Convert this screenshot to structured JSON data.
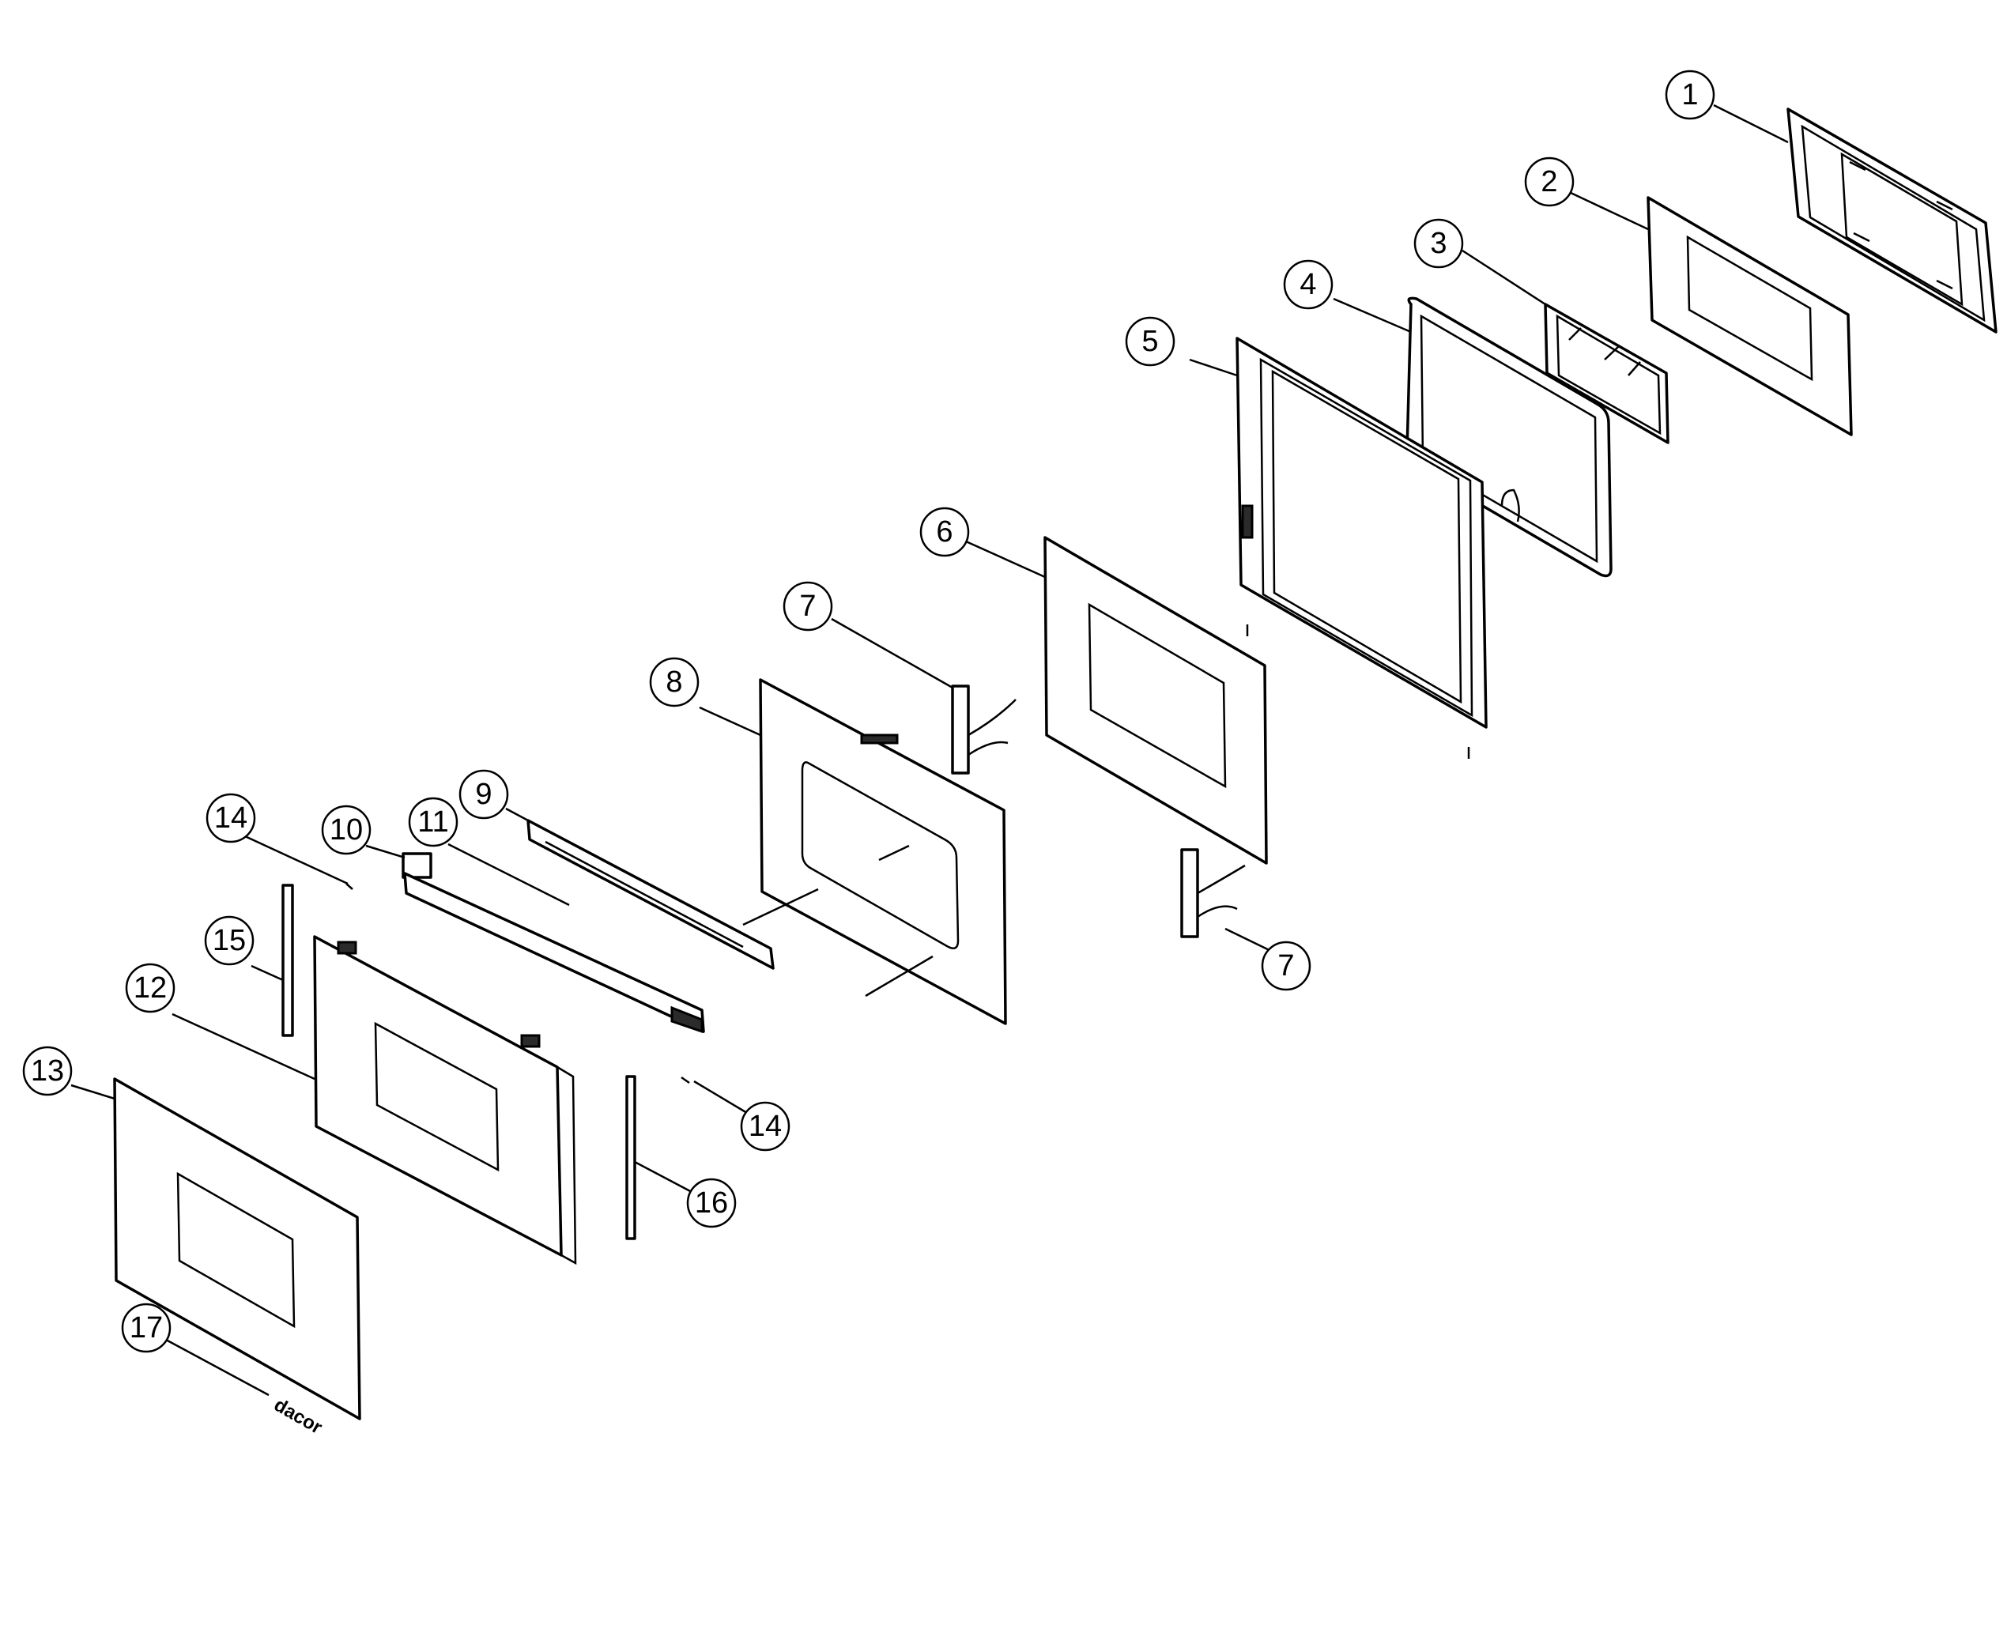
{
  "callouts": [
    {
      "id": "c1",
      "label": "1"
    },
    {
      "id": "c2",
      "label": "2"
    },
    {
      "id": "c3",
      "label": "3"
    },
    {
      "id": "c4",
      "label": "4"
    },
    {
      "id": "c5",
      "label": "5"
    },
    {
      "id": "c6",
      "label": "6"
    },
    {
      "id": "c7a",
      "label": "7"
    },
    {
      "id": "c7b",
      "label": "7"
    },
    {
      "id": "c8",
      "label": "8"
    },
    {
      "id": "c9",
      "label": "9"
    },
    {
      "id": "c10",
      "label": "10"
    },
    {
      "id": "c11",
      "label": "11"
    },
    {
      "id": "c12",
      "label": "12"
    },
    {
      "id": "c13",
      "label": "13"
    },
    {
      "id": "c14a",
      "label": "14"
    },
    {
      "id": "c14b",
      "label": "14"
    },
    {
      "id": "c15",
      "label": "15"
    },
    {
      "id": "c16",
      "label": "16"
    },
    {
      "id": "c17",
      "label": "17"
    }
  ],
  "logo": {
    "text": "dacor"
  }
}
